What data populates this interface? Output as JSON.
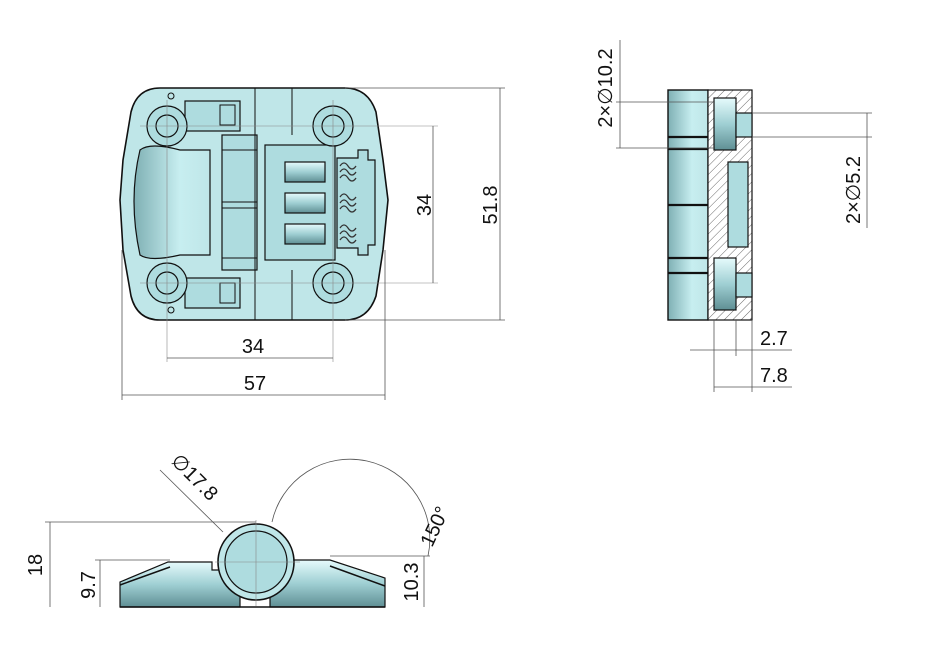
{
  "drawing": {
    "title": "Spring-loaded hinge dimensional drawing",
    "colors": {
      "part_fill": "#bfe6e8",
      "outline": "#111111",
      "dimension": "#555555"
    },
    "front_view": {
      "dims": {
        "hole_spacing_vertical": "34",
        "overall_height": "51.8",
        "hole_spacing_horizontal": "34",
        "overall_width": "57"
      }
    },
    "side_view": {
      "dims": {
        "counterbore": "2×∅10.2",
        "hole": "2×∅5.2",
        "depth_small": "2.7",
        "depth_total": "7.8"
      }
    },
    "bottom_view": {
      "dims": {
        "knuckle_diameter": "∅17.8",
        "opening_angle": "150°",
        "total_height": "18",
        "leaf_height_left": "9.7",
        "leaf_height_right": "10.3"
      }
    }
  }
}
